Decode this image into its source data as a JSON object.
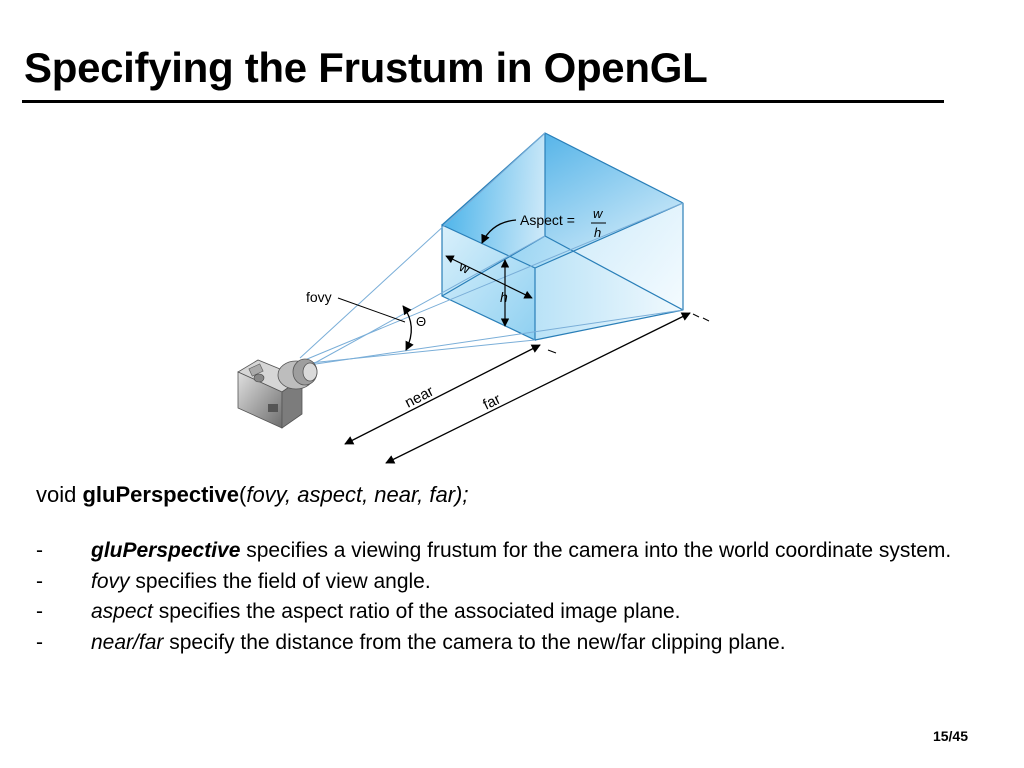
{
  "slide": {
    "title": "Specifying the Frustum in OpenGL",
    "page_number": "15/45"
  },
  "figure": {
    "labels": {
      "aspect": "Aspect =",
      "aspect_num": "w",
      "aspect_den": "h",
      "w": "w",
      "h": "h",
      "fovy": "fovy",
      "theta": "Θ",
      "near": "near",
      "far": "far"
    },
    "colors": {
      "frustum_dark": "#3aa6e0",
      "frustum_light": "#e8f5fc",
      "edge": "#2a7fb8",
      "line": "#000000"
    },
    "icons": [
      "camera-icon"
    ]
  },
  "function": {
    "return_type": "void",
    "name": "gluPerspective",
    "open_paren": "(",
    "params": "fovy, aspect, near, far);"
  },
  "bullets": [
    {
      "dash": "-",
      "term": "gluPerspective",
      "bold": true,
      "text": " specifies a viewing frustum for the camera into the world coordinate system."
    },
    {
      "dash": "-",
      "term": "fovy",
      "bold": false,
      "text": " specifies the field of view angle."
    },
    {
      "dash": "-",
      "term": "aspect",
      "bold": false,
      "text": " specifies the aspect ratio of the associated image plane."
    },
    {
      "dash": "-",
      "term": "near/far",
      "bold": false,
      "text": " specify the distance from the camera to the new/far clipping plane."
    }
  ]
}
